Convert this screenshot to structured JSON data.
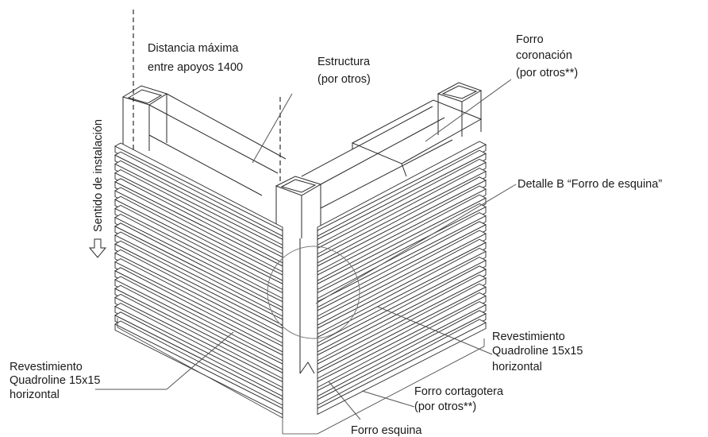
{
  "labels": {
    "distancia": [
      "Distancia máxima",
      "entre apoyos 1400"
    ],
    "estructura": [
      "Estructura",
      "(por otros)"
    ],
    "forro_coronacion": [
      "Forro",
      "coronación",
      "(por otros**)"
    ],
    "sentido": "Sentido de instalación",
    "detalle_b": "Detalle B “Forro de esquina”",
    "revestimiento_right": [
      "Revestimiento",
      "Quadroline 15x15",
      "horizontal"
    ],
    "revestimiento_left": [
      "Revestimiento",
      "Quadroline 15x15",
      "horizontal"
    ],
    "forro_cortagotera": [
      "Forro cortagotera",
      "(por otros**)"
    ],
    "forro_esquina": "Forro esquina"
  },
  "icons": {
    "direction_arrow": "arrow-down-outline-icon"
  }
}
